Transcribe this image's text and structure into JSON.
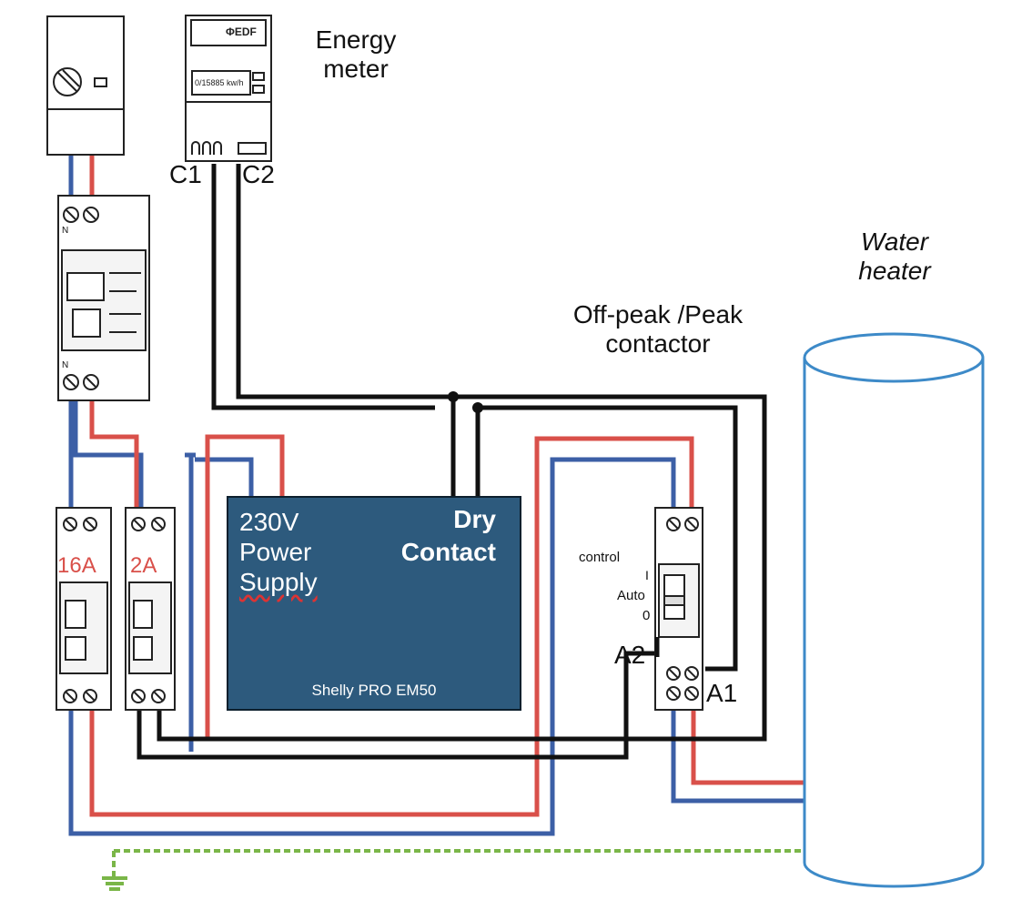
{
  "labels": {
    "energy_meter_line1": "Energy",
    "energy_meter_line2": "meter",
    "water_heater_line1": "Water",
    "water_heater_line2": "heater",
    "contactor_line1": "Off-peak /Peak",
    "contactor_line2": "contactor",
    "meter_terminal_c1": "C1",
    "meter_terminal_c2": "C2",
    "contactor_terminal_a1": "A1",
    "contactor_terminal_a2": "A2",
    "breaker_16a": "16A",
    "breaker_2a": "2A",
    "meter_brand": "ΦEDF",
    "meter_display": "0/15885 kw/h",
    "neutral_mark": "N"
  },
  "contactor_switch": {
    "control_label": "control",
    "pos_on": "I",
    "pos_auto": "Auto",
    "pos_off": "0"
  },
  "shelly": {
    "power_line1": "230V",
    "power_line2": "Power",
    "power_line3": "Supply",
    "dry_line1": "Dry",
    "dry_line2": "Contact",
    "model": "Shelly PRO EM50"
  },
  "colors": {
    "live_wire": "#d9504a",
    "neutral_wire": "#3c5fa6",
    "control_wire": "#111111",
    "ground_wire": "#7ab648",
    "water_heater_outline": "#3d8ac8",
    "shelly_fill": "#2d5a7d"
  }
}
